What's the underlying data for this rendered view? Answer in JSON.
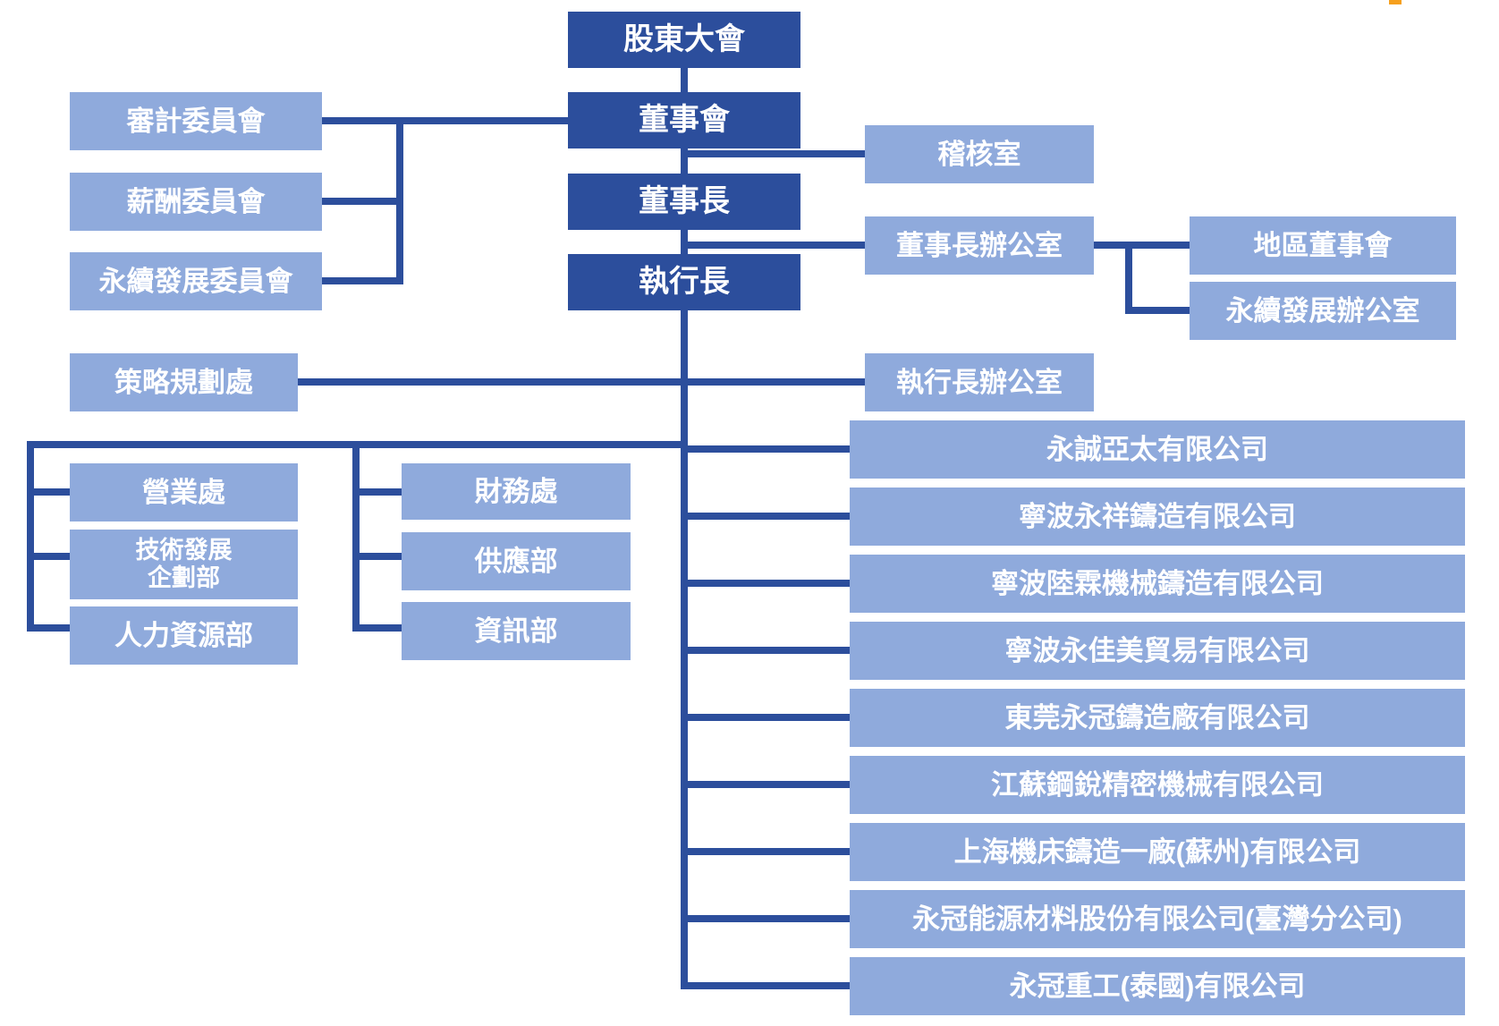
{
  "colors": {
    "dark_box": "#2C4E9C",
    "light_box": "#8FAADC",
    "connector": "#2C4E9C",
    "accent_mark": "#F6A01D",
    "text": "#FFFFFF"
  },
  "top_chain": {
    "shareholders_meeting": "股東大會",
    "board_of_directors": "董事會",
    "chairman": "董事長",
    "ceo": "執行長"
  },
  "committees": {
    "audit": "審計委員會",
    "compensation": "薪酬委員會",
    "sustainability": "永續發展委員會"
  },
  "board_offices": {
    "audit_office": "稽核室",
    "chairman_office": "董事長辦公室",
    "regional_board": "地區董事會",
    "sustainability_office": "永續發展辦公室"
  },
  "ceo_level": {
    "strategic_planning": "策略規劃處",
    "ceo_office": "執行長辦公室"
  },
  "departments": {
    "sales": "營業處",
    "tech_dev_planning": "技術發展\n企劃部",
    "human_resources": "人力資源部",
    "finance": "財務處",
    "supply": "供應部",
    "it": "資訊部"
  },
  "subsidiaries": [
    "永誠亞太有限公司",
    "寧波永祥鑄造有限公司",
    "寧波陸霖機械鑄造有限公司",
    "寧波永佳美貿易有限公司",
    "東莞永冠鑄造廠有限公司",
    "江蘇鋼銳精密機械有限公司",
    "上海機床鑄造一廠(蘇州)有限公司",
    "永冠能源材料股份有限公司(臺灣分公司)",
    "永冠重工(泰國)有限公司"
  ]
}
